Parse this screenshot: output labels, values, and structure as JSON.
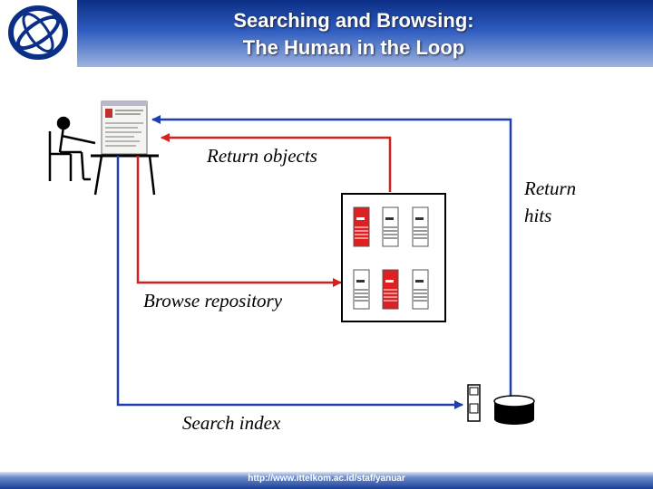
{
  "slide": {
    "title_line1": "Searching and Browsing:",
    "title_line2": "The Human in the Loop",
    "footer_url": "http://www.ittelkom.ac.id/staf/yanuar"
  },
  "diagram": {
    "labels": {
      "return_objects": "Return objects",
      "return_hits_line1": "Return",
      "return_hits_line2": "hits",
      "browse_repository": "Browse repository",
      "search_index": "Search index"
    }
  },
  "colors": {
    "arrow_red": "#d42020",
    "arrow_blue": "#1f3fb0",
    "header_dark": "#0b2f86",
    "document_red": "#e02020"
  },
  "icons": [
    "globe-logo-icon",
    "person-at-desk-icon",
    "browser-window-icon",
    "document-icon",
    "server-icon",
    "disk-database-icon"
  ]
}
